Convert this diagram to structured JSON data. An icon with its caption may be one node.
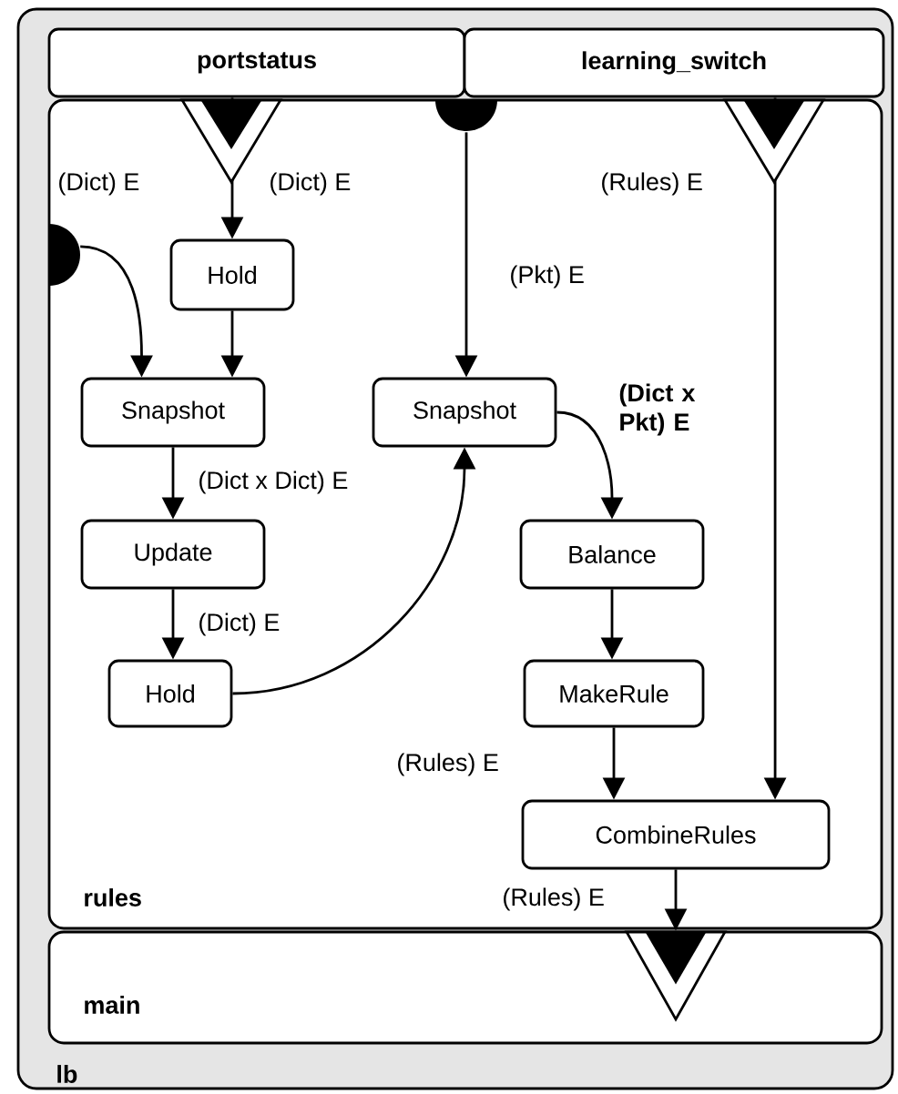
{
  "diagram": {
    "nodes": [
      {
        "text": [
          "lb"
        ]
      },
      {
        "text": [
          "portstatus"
        ],
        "in": 0
      },
      {
        "text": [
          "learning_switch"
        ],
        "in": 0
      },
      {
        "text": [
          "rules"
        ],
        "in": 0
      },
      {
        "text": [
          "Hold"
        ],
        "in": 3
      },
      {
        "text": [
          "Snapshot"
        ],
        "in": 3
      },
      {
        "text": [
          "Update"
        ],
        "in": 3
      },
      {
        "text": [
          "Hold"
        ],
        "in": 3
      },
      {
        "text": [
          "Snapshot"
        ],
        "in": 3
      },
      {
        "text": [
          "Balance"
        ],
        "in": 3
      },
      {
        "text": [
          "MakeRule"
        ],
        "in": 3
      },
      {
        "text": [
          "CombineRules"
        ],
        "in": 3
      },
      {
        "text": [
          "main"
        ],
        "in": 0
      },
      {
        "text": [],
        "shape": "circle",
        "in": 0
      },
      {
        "text": [],
        "shape": "circle",
        "in": 0
      }
    ],
    "edges": [
      {
        "from": 1,
        "to": 4,
        "arrow": "to",
        "label": "(Dict) E"
      },
      {
        "from": 13,
        "to": 5,
        "arrow": "to",
        "label": "(Dict) E"
      },
      {
        "from": 4,
        "to": 5,
        "arrow": "to"
      },
      {
        "from": 14,
        "to": 8,
        "arrow": "to",
        "label": "(Pkt) E"
      },
      {
        "from": 2,
        "to": 11,
        "arrow": "to",
        "label": "(Rules) E"
      },
      {
        "from": 5,
        "to": 6,
        "arrow": "to",
        "label": "(Dict x Dict) E"
      },
      {
        "from": 6,
        "to": 7,
        "arrow": "to",
        "label": "(Dict) E"
      },
      {
        "from": 7,
        "to": 8,
        "arrow": "to"
      },
      {
        "from": 8,
        "to": 9,
        "arrow": "to",
        "label": "(Dict x Pkt) E"
      },
      {
        "from": 9,
        "to": 10,
        "arrow": "to"
      },
      {
        "from": 10,
        "to": 11,
        "arrow": "to",
        "label": "(Rules) E"
      },
      {
        "from": 11,
        "to": 12,
        "arrow": "to",
        "label": "(Rules) E"
      }
    ]
  }
}
